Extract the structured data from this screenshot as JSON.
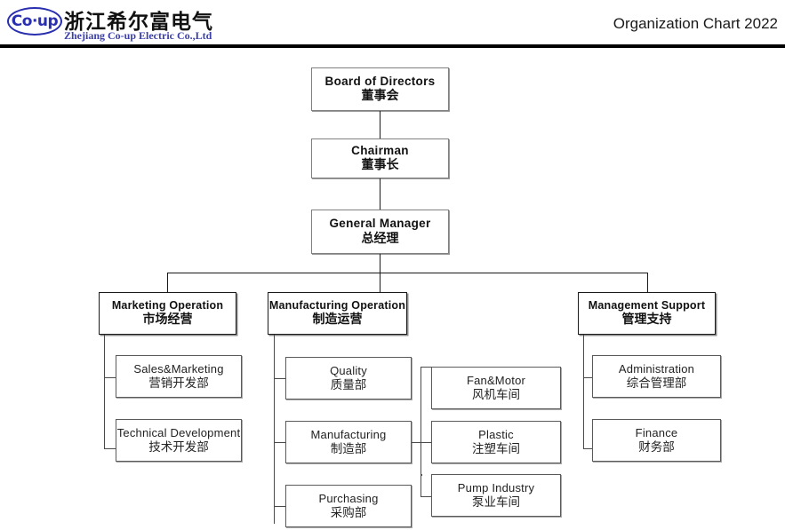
{
  "header": {
    "logo_mark_text": "Co·up",
    "company_cn": "浙江希尔富电气",
    "company_en": "Zhejiang Co-up Electric Co.,Ltd",
    "title": "Organization Chart 2022",
    "brand_color": "#2a2fb0"
  },
  "chart_data": {
    "type": "diagram",
    "title": "Organization Chart 2022",
    "nodes": [
      {
        "id": "board",
        "en": "Board of Directors",
        "cn": "董事会",
        "level": "top",
        "parent": null
      },
      {
        "id": "chairman",
        "en": "Chairman",
        "cn": "董事长",
        "level": "top",
        "parent": "board"
      },
      {
        "id": "gm",
        "en": "General Manager",
        "cn": "总经理",
        "level": "top",
        "parent": "chairman"
      },
      {
        "id": "marketing",
        "en": "Marketing Operation",
        "cn": "市场经营",
        "level": "div",
        "parent": "gm"
      },
      {
        "id": "mfgop",
        "en": "Manufacturing  Operation",
        "cn": "制造运营",
        "level": "div",
        "parent": "gm"
      },
      {
        "id": "mgmt",
        "en": "Management Support",
        "cn": "管理支持",
        "level": "div",
        "parent": "gm"
      },
      {
        "id": "sales",
        "en": "Sales&Marketing",
        "cn": "营销开发部",
        "level": "dept",
        "parent": "marketing"
      },
      {
        "id": "techdev",
        "en": "Technical Development",
        "cn": "技术开发部",
        "level": "dept",
        "parent": "marketing"
      },
      {
        "id": "quality",
        "en": "Quality",
        "cn": "质量部",
        "level": "dept",
        "parent": "mfgop"
      },
      {
        "id": "manufact",
        "en": "Manufacturing",
        "cn": "制造部",
        "level": "dept",
        "parent": "mfgop"
      },
      {
        "id": "purchasing",
        "en": "Purchasing",
        "cn": "采购部",
        "level": "dept",
        "parent": "mfgop"
      },
      {
        "id": "fanmotor",
        "en": "Fan&Motor",
        "cn": "风机车间",
        "level": "dept",
        "parent": "manufact"
      },
      {
        "id": "plastic",
        "en": "Plastic",
        "cn": "注塑车间",
        "level": "dept",
        "parent": "manufact"
      },
      {
        "id": "pump",
        "en": "Pump Industry",
        "cn": "泵业车间",
        "level": "dept",
        "parent": "manufact"
      },
      {
        "id": "admin",
        "en": "Administration",
        "cn": "综合管理部",
        "level": "dept",
        "parent": "mgmt"
      },
      {
        "id": "finance",
        "en": "Finance",
        "cn": "财务部",
        "level": "dept",
        "parent": "mgmt"
      }
    ]
  }
}
